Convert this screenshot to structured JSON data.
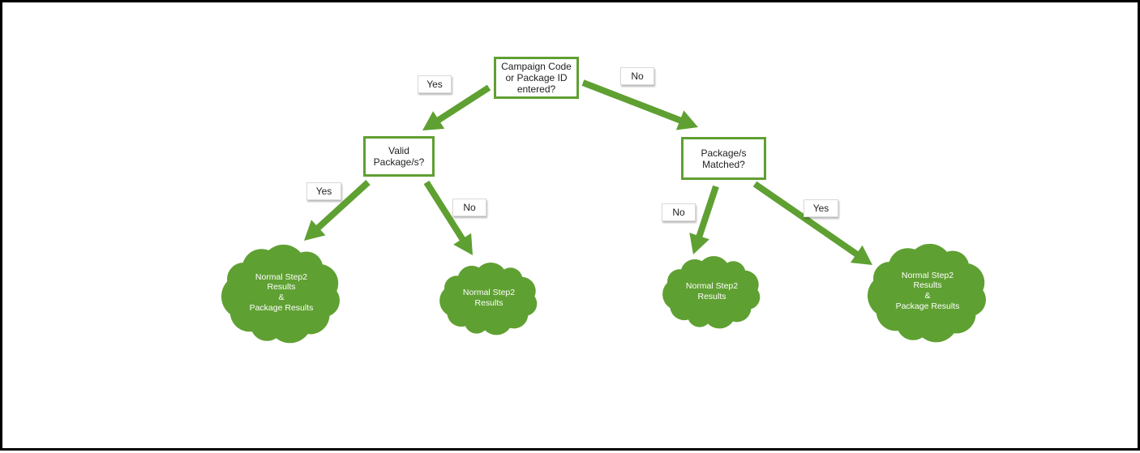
{
  "diagram": {
    "decisions": {
      "root": "Campaign Code\nor Package ID\nentered?",
      "left": "Valid\nPackage/s?",
      "right": "Package/s\nMatched?"
    },
    "edge_labels": {
      "root_yes": "Yes",
      "root_no": "No",
      "left_yes": "Yes",
      "left_no": "No",
      "right_no": "No",
      "right_yes": "Yes"
    },
    "outcomes": {
      "left_yes": "Normal Step2\nResults\n&\nPackage Results",
      "left_no": "Normal Step2\nResults",
      "right_no": "Normal Step2\nResults",
      "right_yes": "Normal Step2\nResults\n&\nPackage Results"
    },
    "colors": {
      "accent": "#5fa032",
      "cloud_fill": "#5fa032",
      "cloud_text": "#ffffff",
      "frame": "#000000"
    }
  }
}
